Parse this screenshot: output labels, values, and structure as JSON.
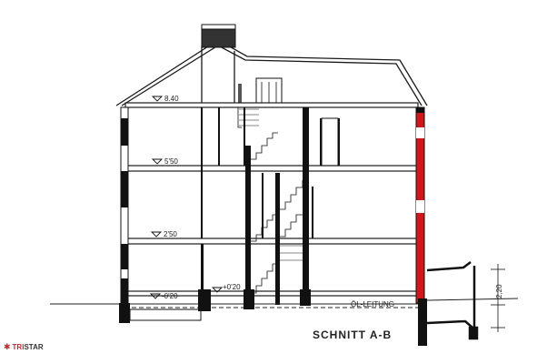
{
  "drawing": {
    "title": "SCHNITT A-B",
    "levels": [
      "8.40",
      "5'50",
      "2'50",
      "-0'20",
      "+0'20"
    ],
    "annotation": "ÖL-LEITUNG",
    "dimension": "2,20",
    "colors": {
      "line": "#1a1a1a",
      "wall_red": "#d0181c",
      "paper": "#ffffff"
    }
  },
  "watermark": {
    "logo_text_a": "TRI",
    "logo_text_b": "STAR"
  }
}
